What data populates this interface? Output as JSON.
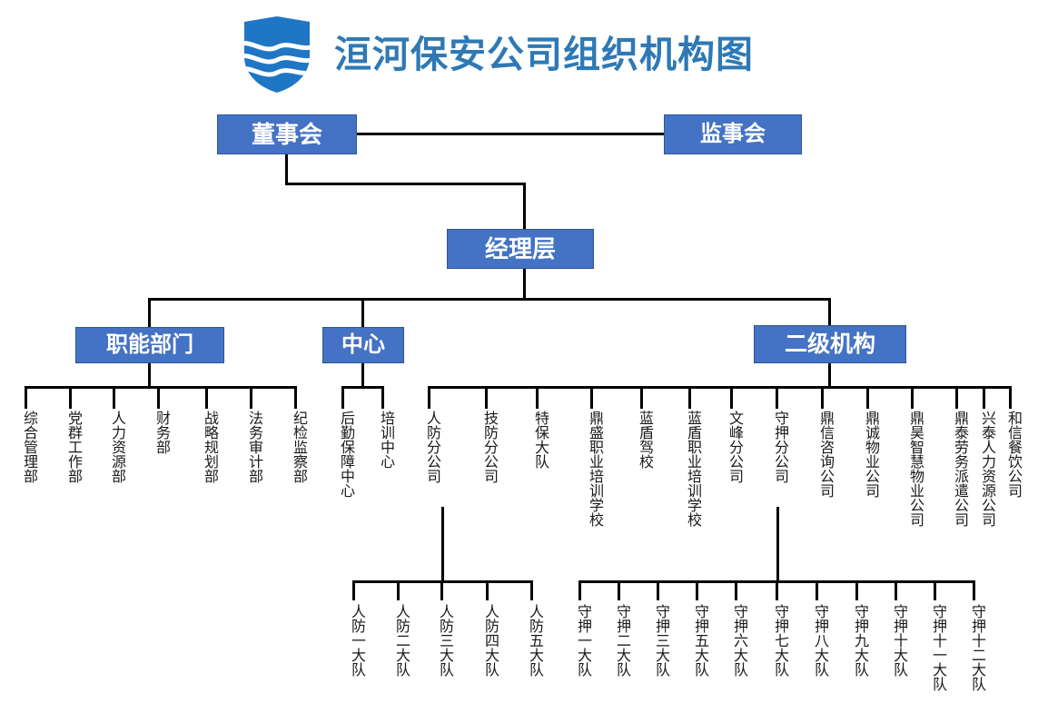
{
  "header": {
    "title": "洹河保安公司组织机构图",
    "logo_name": "shield-wave-logo",
    "title_color": "#2E79B5",
    "logo_color": "#1F76C4"
  },
  "theme": {
    "box_fill": "#4472C4",
    "box_border": "#2F5597",
    "box_text": "#FFFFFF",
    "line_color": "#000000",
    "leaf_text": "#1A1A1A"
  },
  "boxes": {
    "board": "董事会",
    "supervisors": "监事会",
    "management": "经理层",
    "functional": "职能部门",
    "centers": "中心",
    "secondary": "二级机构"
  },
  "functional_departments": [
    "综合管理部",
    "党群工作部",
    "人力资源部",
    "财务部",
    "战略规划部",
    "法务审计部",
    "纪检监察部"
  ],
  "centers": [
    "后勤保障中心",
    "培训中心"
  ],
  "secondary_institutions": [
    "人防分公司",
    "技防分公司",
    "特保大队",
    "鼎盛职业培训学校",
    "蓝盾驾校",
    "蓝盾职业培训学校",
    "文峰分公司",
    "守押分公司",
    "鼎信咨询公司",
    "鼎诚物业公司",
    "鼎昊智慧物业公司",
    "鼎泰劳务派遣公司",
    "兴泰人力资源公司",
    "和信餐饮公司"
  ],
  "renfang_brigades": [
    "人防一大队",
    "人防二大队",
    "人防三大队",
    "人防四大队",
    "人防五大队"
  ],
  "shouya_brigades": [
    "守押一大队",
    "守押二大队",
    "守押三大队",
    "守押五大队",
    "守押六大队",
    "守押七大队",
    "守押八大队",
    "守押九大队",
    "守押十大队",
    "守押十一大队",
    "守押十二大队"
  ]
}
